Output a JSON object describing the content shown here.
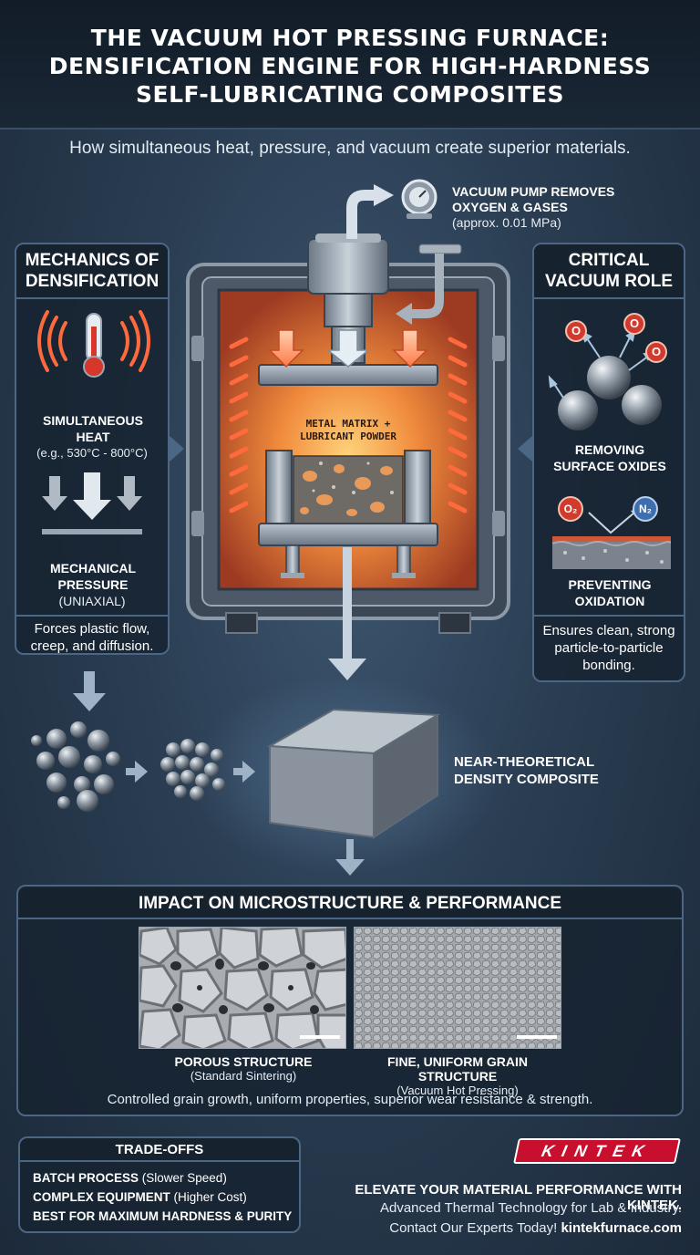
{
  "header": {
    "title_line1": "THE VACUUM HOT PRESSING FURNACE:",
    "title_line2": "DENSIFICATION ENGINE FOR HIGH-HARDNESS",
    "title_line3": "SELF-LUBRICATING COMPOSITES",
    "subtitle": "How simultaneous heat, pressure, and vacuum create superior materials."
  },
  "vacuum_pump": {
    "label_line1": "VACUUM PUMP REMOVES",
    "label_line2": "OXYGEN & GASES",
    "label_sub": "(approx. 0.01 MPa)",
    "icon": "vacuum-gauge-icon"
  },
  "mechanics": {
    "title_line1": "MECHANICS OF",
    "title_line2": "DENSIFICATION",
    "heat_line1": "SIMULTANEOUS",
    "heat_line2": "HEAT",
    "heat_range": "(e.g., 530°C - 800°C)",
    "pressure_line1": "MECHANICAL",
    "pressure_line2": "PRESSURE",
    "pressure_type": "(UNIAXIAL)",
    "caption_line1": "Forces plastic flow,",
    "caption_line2": "creep, and diffusion.",
    "heat_icon": "thermometer-icon",
    "pressure_icon": "pressure-arrows-icon"
  },
  "furnace": {
    "sample_label_line1": "METAL MATRIX +",
    "sample_label_line2": "LUBRICANT POWDER",
    "wall_color": "#5a6674",
    "chamber_color": "#c0512c",
    "heater_color": "#ff6a3d"
  },
  "vacuum_role": {
    "title_line1": "CRITICAL",
    "title_line2": "VACUUM ROLE",
    "oxide_line1": "REMOVING",
    "oxide_line2": "SURFACE OXIDES",
    "oxide_atom": "O",
    "prevent_line1": "PREVENTING",
    "prevent_line2": "OXIDATION",
    "o2_label": "O₂",
    "n2_label": "N₂",
    "caption_line1": "Ensures clean, strong",
    "caption_line2": "particle-to-particle",
    "caption_line3": "bonding."
  },
  "result": {
    "label_line1": "NEAR-THEORETICAL",
    "label_line2": "DENSITY COMPOSITE"
  },
  "impact": {
    "title": "IMPACT ON MICROSTRUCTURE & PERFORMANCE",
    "left_label": "POROUS STRUCTURE",
    "left_sub": "(Standard Sintering)",
    "right_label": "FINE, UNIFORM GRAIN STRUCTURE",
    "right_sub": "(Vacuum Hot Pressing)",
    "summary": "Controlled grain growth, uniform properties, superior wear resistance & strength."
  },
  "tradeoffs": {
    "title": "TRADE-OFFS",
    "row1_bold": "BATCH PROCESS",
    "row1_rest": " (Slower Speed)",
    "row2_bold": "COMPLEX EQUIPMENT",
    "row2_rest": " (Higher Cost)",
    "row3_bold": "BEST FOR MAXIMUM HARDNESS & PURITY"
  },
  "footer": {
    "logo": "KINTEK",
    "cta_line1": "ELEVATE YOUR MATERIAL PERFORMANCE WITH KINTEK.",
    "cta_line2": "Advanced Thermal Technology for Lab & Industry.",
    "cta_line3_pre": "Contact Our Experts Today! ",
    "cta_url": "kintekfurnace.com",
    "logo_color": "#c8102e"
  }
}
